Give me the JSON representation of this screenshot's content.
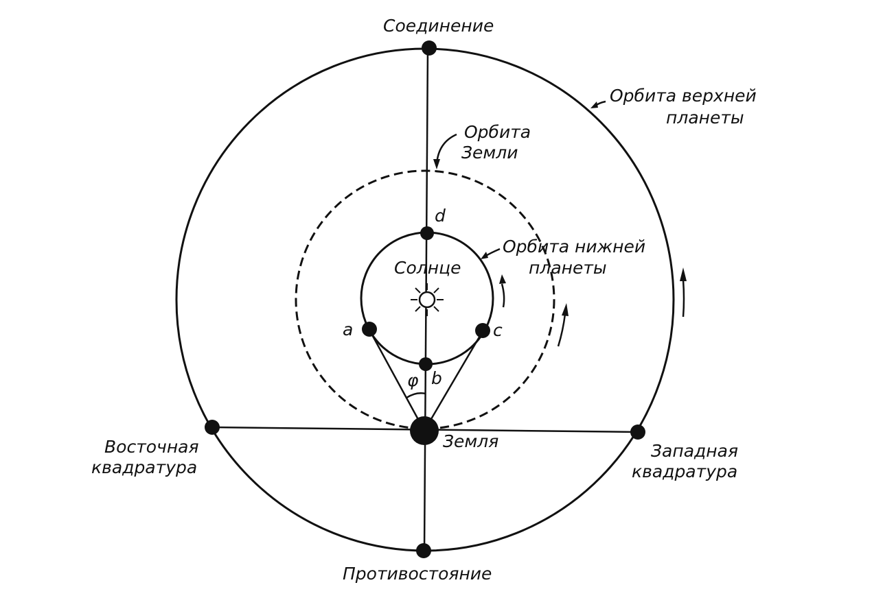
{
  "labels": {
    "conjunction": "Соединение",
    "opposition": "Противостояние",
    "east_quadrature_1": "Восточная",
    "east_quadrature_2": "квадратура",
    "west_quadrature_1": "Западная",
    "west_quadrature_2": "квадратура",
    "earth": "Земля",
    "sun": "Солнце",
    "outer_orbit_1": "Орбита верхней",
    "outer_orbit_2": "планеты",
    "earth_orbit_1": "Орбита",
    "earth_orbit_2": "Земли",
    "inner_orbit_1": "Орбита нижней",
    "inner_orbit_2": "планеты",
    "point_a": "a",
    "point_b": "b",
    "point_c": "c",
    "point_d": "d",
    "angle_phi": "φ"
  },
  "colors": {
    "ink": "#111111",
    "paper": "#ffffff"
  }
}
